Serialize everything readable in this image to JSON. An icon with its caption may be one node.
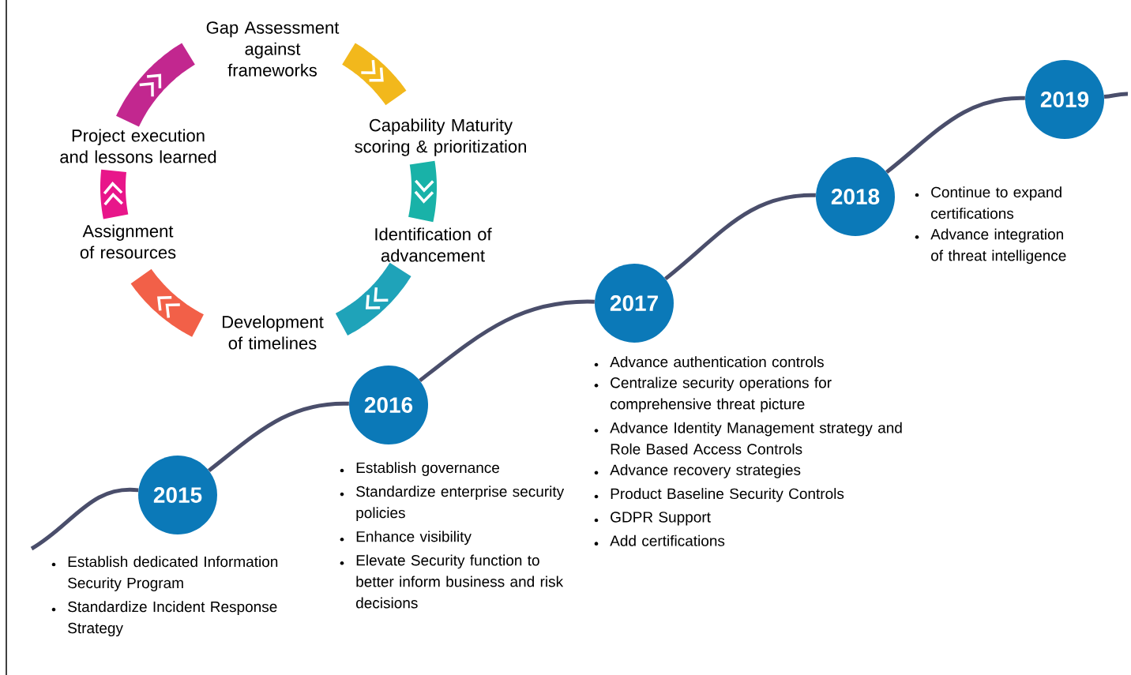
{
  "diagram": {
    "nodes": [
      {
        "text": [
          "Gap Assessment against frameworks"
        ]
      },
      {
        "text": [
          "Capability Maturity scoring & prioritization"
        ]
      },
      {
        "text": [
          "Identification of advancement"
        ]
      },
      {
        "text": [
          "Development of timelines"
        ]
      },
      {
        "text": [
          "Assignment of resources"
        ]
      },
      {
        "text": [
          "Project execution and lessons learned"
        ]
      },
      {
        "text": [
          "2015"
        ],
        "beside": [
          "Establish dedicated Information Security Program",
          "Standardize Incident Response Strategy"
        ]
      },
      {
        "text": [
          "2016"
        ],
        "beside": [
          "Establish governance",
          "Standardize enterprise security policies",
          "Enhance visibility",
          "Elevate Security function to better inform business and risk decisions"
        ]
      },
      {
        "text": [
          "2017"
        ],
        "beside": [
          "Advance authentication controls",
          "Centralize security operations for comprehensive threat picture",
          "Advance Identity Management strategy and Role Based Access Controls",
          "Advance recovery strategies",
          "Product Baseline Security Controls",
          "GDPR Support",
          "Add certifications"
        ]
      },
      {
        "text": [
          "2018"
        ],
        "beside": [
          "Continue to expand certifications",
          "Advance integration of threat intelligence"
        ]
      },
      {
        "text": [
          "2019"
        ]
      }
    ],
    "edges": [
      {
        "from": 0,
        "to": 1,
        "arrow": "to",
        "style": "thick",
        "color": "#f2b81c"
      },
      {
        "from": 1,
        "to": 2,
        "arrow": "to",
        "style": "thick",
        "color": "#19b2a8"
      },
      {
        "from": 2,
        "to": 3,
        "arrow": "to",
        "style": "thick",
        "color": "#1fa3b9"
      },
      {
        "from": 3,
        "to": 4,
        "arrow": "to",
        "style": "thick",
        "color": "#f26048"
      },
      {
        "from": 4,
        "to": 5,
        "arrow": "to",
        "style": "thick",
        "color": "#e8168a"
      },
      {
        "from": 5,
        "to": 0,
        "arrow": "to",
        "style": "thick",
        "color": "#c2278f"
      },
      {
        "from": null,
        "to": 6,
        "arrow": "none"
      },
      {
        "from": 6,
        "to": 7,
        "arrow": "none"
      },
      {
        "from": 7,
        "to": 8,
        "arrow": "none"
      },
      {
        "from": 8,
        "to": 9,
        "arrow": "none"
      },
      {
        "from": 9,
        "to": 10,
        "arrow": "none"
      },
      {
        "from": 10,
        "to": null,
        "arrow": "none"
      }
    ]
  }
}
